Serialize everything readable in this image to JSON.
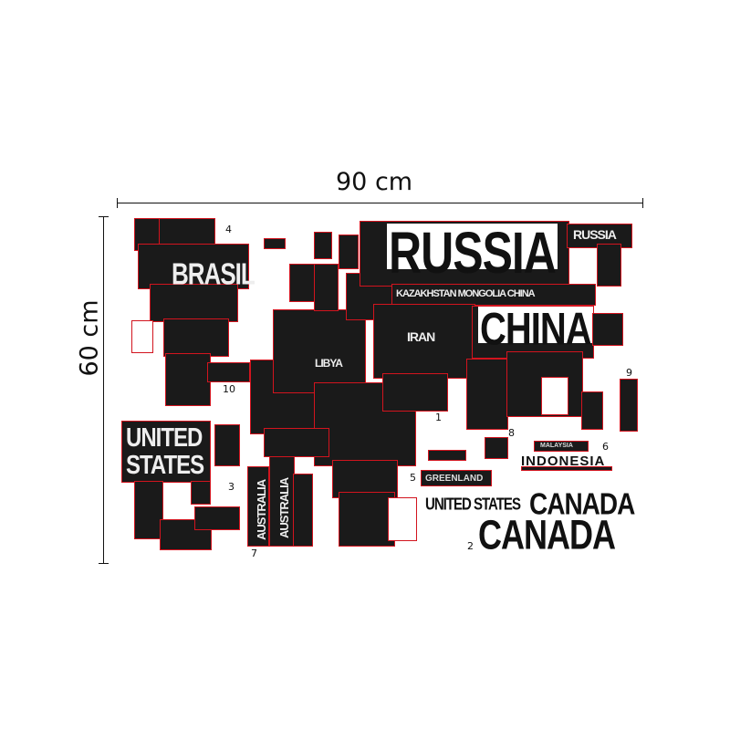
{
  "dimensions": {
    "width_label": "90 cm",
    "height_label": "60 cm"
  },
  "piece_numbers": [
    "1",
    "2",
    "3",
    "4",
    "5",
    "6",
    "7",
    "8",
    "9",
    "10"
  ],
  "words": {
    "russia_big": "RUSSIA",
    "russia_small": "RUSSIA",
    "kazakhstan_row": "KAZAKHSTAN MONGOLIA CHINA",
    "china": "CHINA",
    "brasil": "BRASIL",
    "united_states_big_1": "UNITED",
    "united_states_big_2": "STATES",
    "united_states_row": "UNITED STATES",
    "canada_row": "CANADA",
    "canada_big": "CANADA",
    "indonesia": "INDONESIA",
    "malaysia": "MALAYSIA",
    "greenland": "GREENLAND",
    "iran": "IRAN",
    "libya": "LIBYA",
    "australia_1": "AUSTRALIA",
    "australia_2": "AUSTRALIA"
  }
}
